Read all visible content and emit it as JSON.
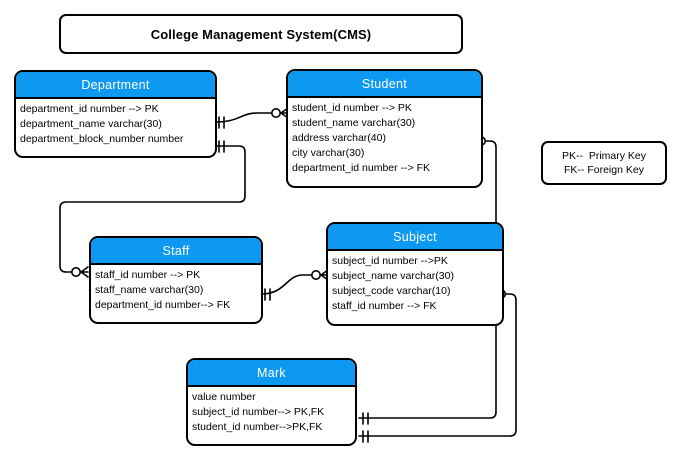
{
  "diagram": {
    "title": "College Management System(CMS)",
    "header_color": "#0d99f2",
    "header_text_color": "#ffffff",
    "line_color": "#000000",
    "background": "#ffffff"
  },
  "legend": {
    "primary_key": "PK--  Primary Key",
    "foreign_key": "FK-- Foreign Key"
  },
  "entities": [
    {
      "name": "department",
      "title": "Department",
      "attributes": [
        "department_id number --> PK",
        "department_name varchar(30)",
        "department_block_number number"
      ]
    },
    {
      "name": "student",
      "title": "Student",
      "attributes": [
        "student_id number --> PK",
        "student_name varchar(30)",
        "address varchar(40)",
        "city varchar(30)",
        "department_id number --> FK"
      ]
    },
    {
      "name": "staff",
      "title": "Staff",
      "attributes": [
        "staff_id number --> PK",
        "staff_name varchar(30)",
        "department_id number--> FK"
      ]
    },
    {
      "name": "subject",
      "title": "Subject",
      "attributes": [
        "subject_id number -->PK",
        "subject_name varchar(30)",
        "subject_code varchar(10)",
        "staff_id number --> FK"
      ]
    },
    {
      "name": "mark",
      "title": "Mark",
      "attributes": [
        "value number",
        "subject_id number--> PK,FK",
        "student_id number-->PK,FK"
      ]
    }
  ],
  "relationships": [
    {
      "from": "department",
      "to": "student",
      "from_card": "one-and-only-one",
      "to_card": "zero-or-many"
    },
    {
      "from": "department",
      "to": "staff",
      "from_card": "one-and-only-one",
      "to_card": "zero-or-many"
    },
    {
      "from": "staff",
      "to": "subject",
      "from_card": "one-and-only-one",
      "to_card": "zero-or-many"
    },
    {
      "from": "mark",
      "to": "student",
      "from_card": "one-and-only-one",
      "to_card": "zero-or-many"
    },
    {
      "from": "mark",
      "to": "subject",
      "from_card": "one-and-only-one",
      "to_card": "zero-or-many"
    }
  ]
}
